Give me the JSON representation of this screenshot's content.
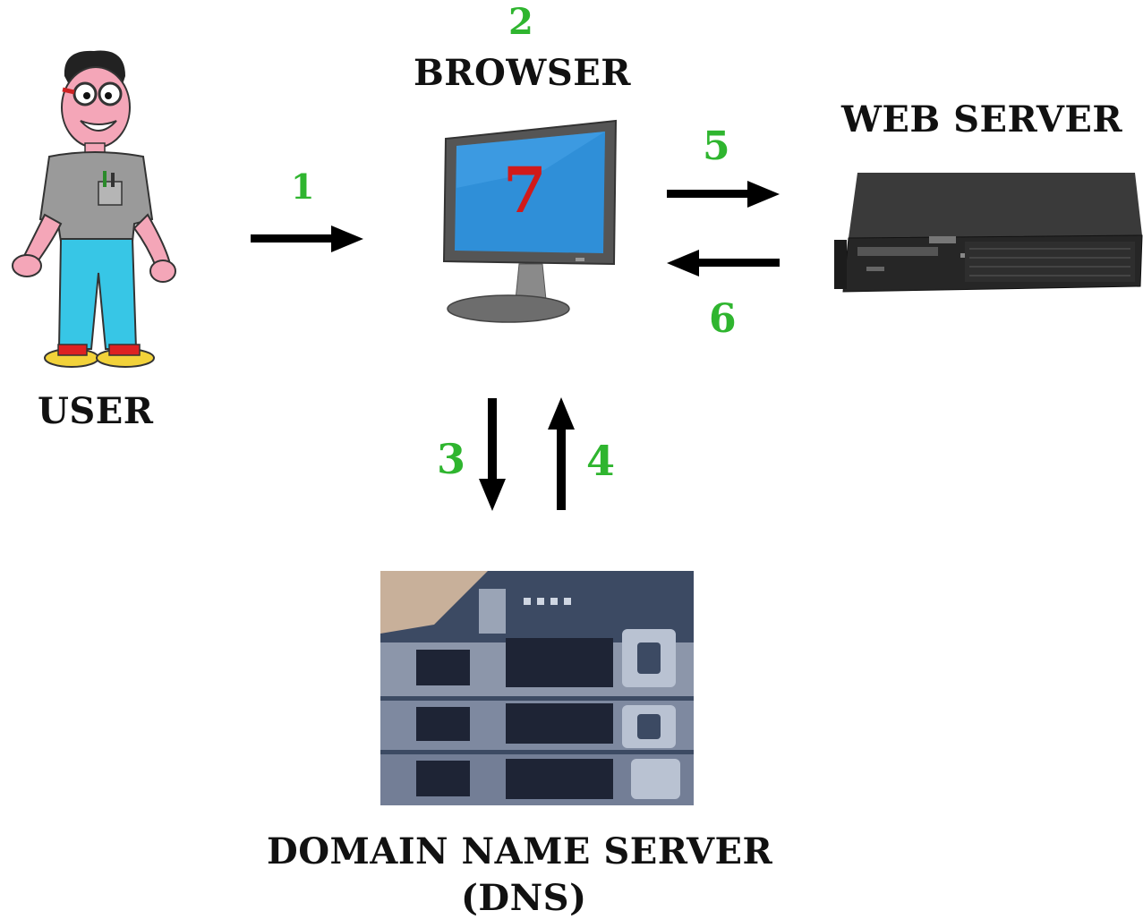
{
  "labels": {
    "user": "USER",
    "browser": "BROWSER",
    "web_server": "WEB SERVER",
    "dns_line1": "DOMAIN NAME SERVER",
    "dns_line2": "(DNS)"
  },
  "steps": {
    "s1": "1",
    "s2": "2",
    "s3": "3",
    "s4": "4",
    "s5": "5",
    "s6": "6",
    "s7": "7"
  },
  "colors": {
    "step_green": "#2fb52f",
    "step_red": "#d11a1a",
    "arrow": "#000000"
  }
}
